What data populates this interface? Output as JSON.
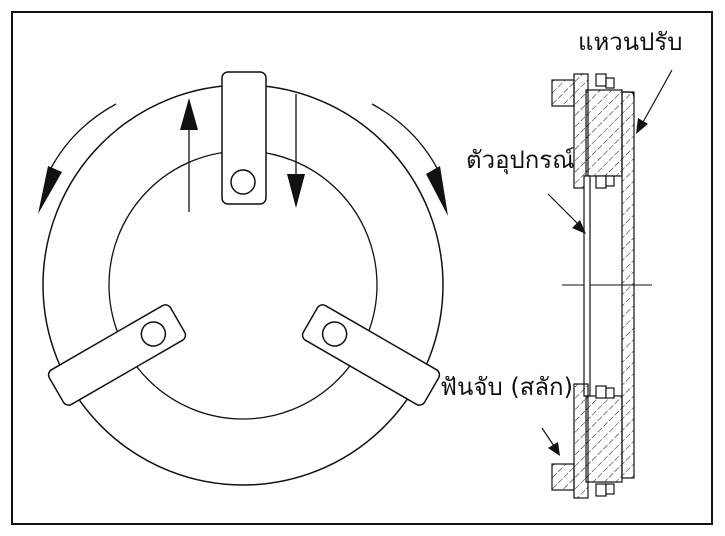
{
  "labels": {
    "adjusting_ring": "แหวนปรับ",
    "fixture": "ตัวอุปกรณ์",
    "jaw_pin": "ฟันจับ (สลัก)"
  },
  "colors": {
    "stroke": "#111111",
    "background": "#ffffff"
  }
}
